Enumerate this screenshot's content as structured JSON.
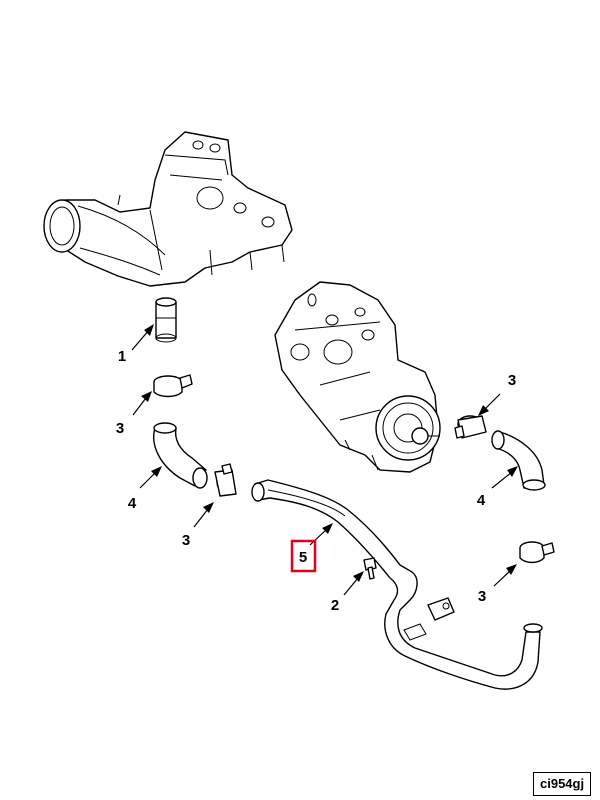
{
  "callouts": {
    "c1": "1",
    "c2": "2",
    "c3a": "3",
    "c3b": "3",
    "c3c": "3",
    "c3d": "3",
    "c4a": "4",
    "c4b": "4",
    "c5": "5"
  },
  "figure_code": "ci954gj",
  "colors": {
    "line": "#000000",
    "background": "#ffffff",
    "highlight": "#e3001b"
  }
}
